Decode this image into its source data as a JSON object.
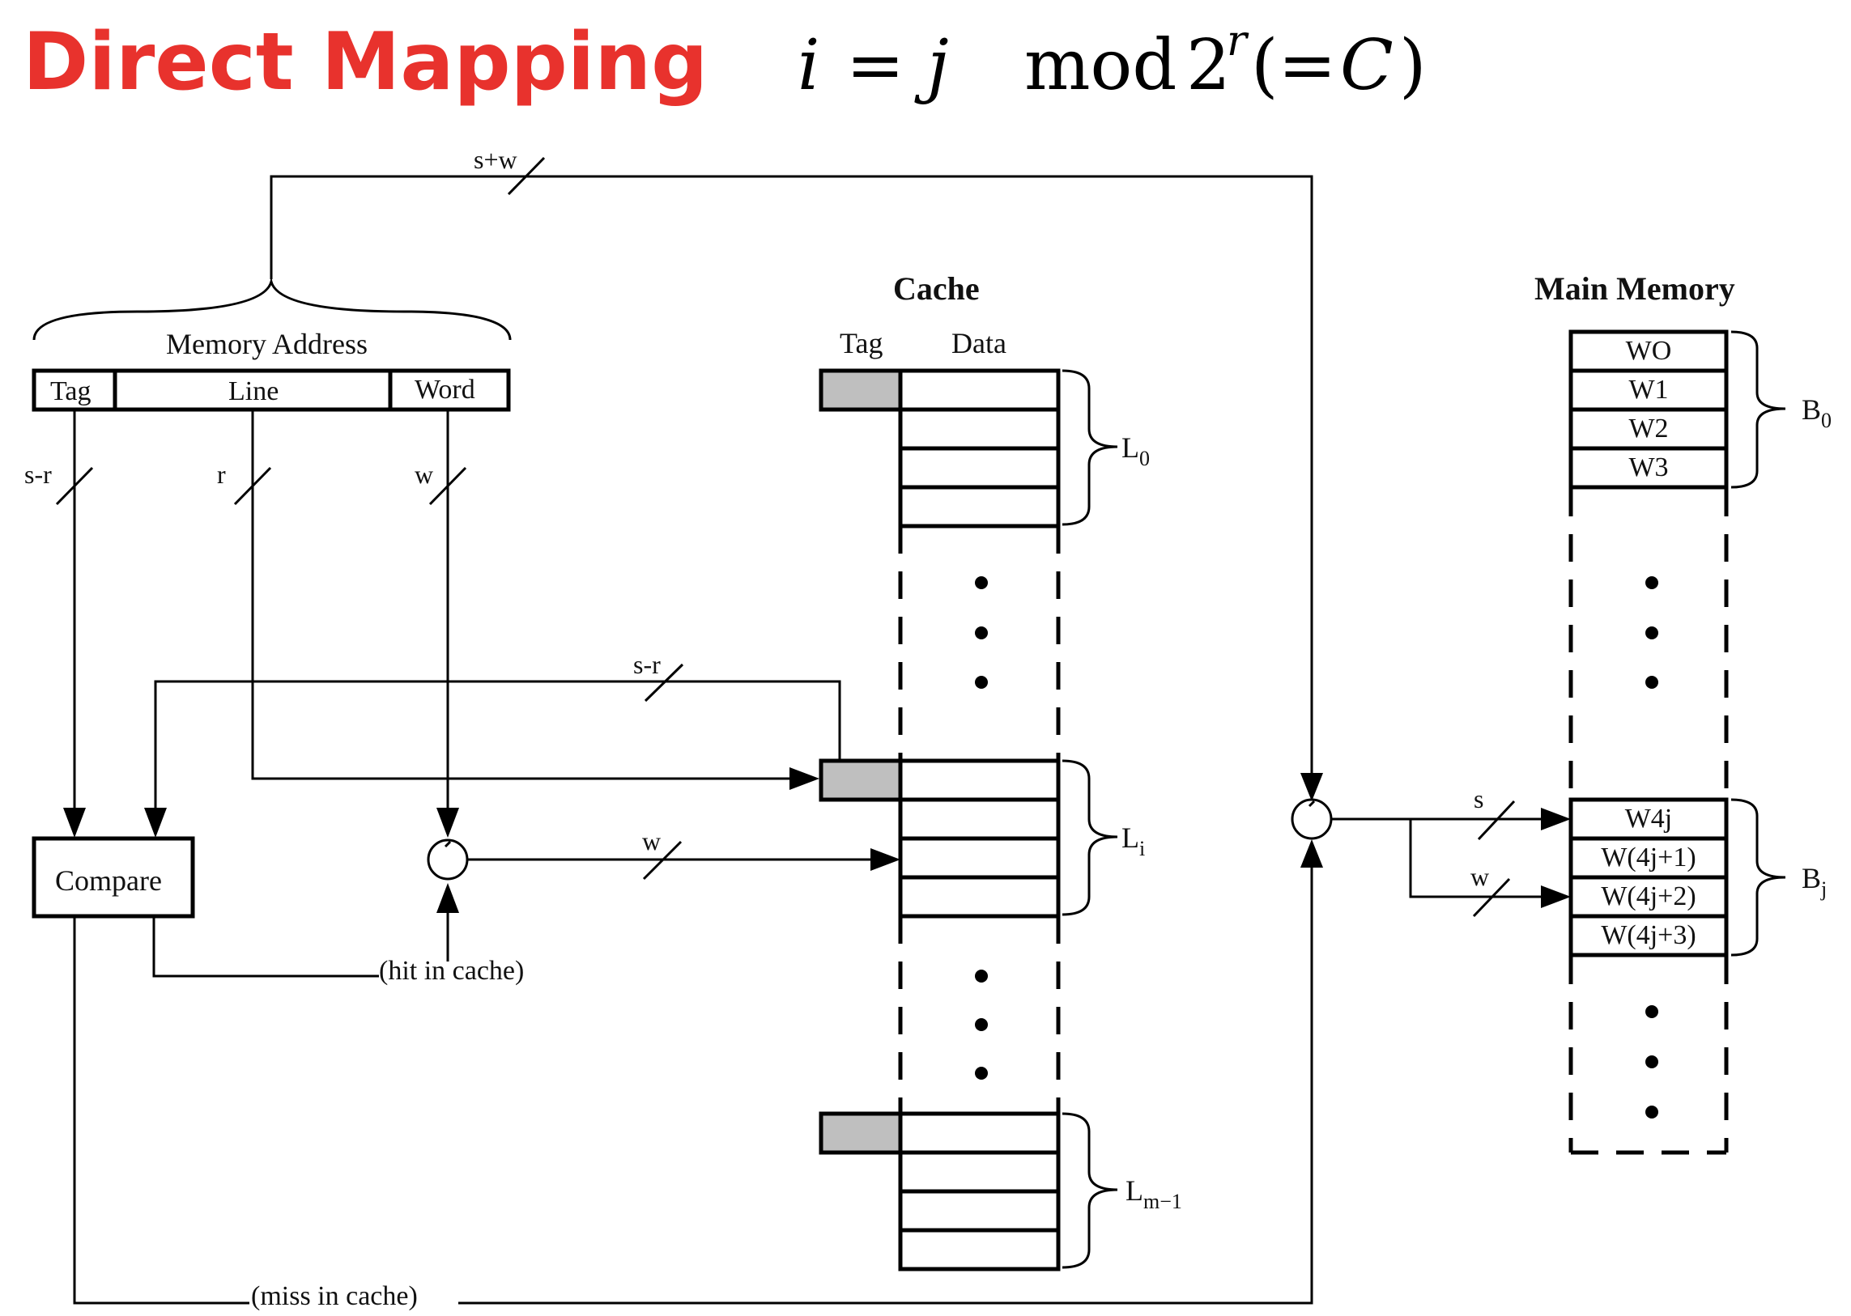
{
  "title": "Direct Mapping",
  "equation": {
    "i": "i",
    "eq": "=",
    "j": "j",
    "mod": "mod",
    "base": "2",
    "exp": "r",
    "paren_open": "(=",
    "C": "C",
    "paren_close": ")"
  },
  "colors": {
    "title": "#e8322d",
    "tag_fill": "#bfbfbf"
  },
  "memory_address": {
    "label": "Memory Address",
    "fields": {
      "tag": "Tag",
      "line": "Line",
      "word": "Word"
    }
  },
  "buses": {
    "top": "s+w",
    "tag": "s-r",
    "line": "r",
    "word": "w",
    "tag_to_compare": "s-r",
    "word_to_line": "w",
    "to_block": "s",
    "to_word": "w"
  },
  "compare": {
    "label": "Compare"
  },
  "signals": {
    "hit": "(hit in cache)",
    "miss": "(miss in cache)"
  },
  "cache": {
    "title": "Cache",
    "col_tag": "Tag",
    "col_data": "Data",
    "lines": [
      {
        "name": "L",
        "sub": "0"
      },
      {
        "name": "L",
        "sub": "i"
      },
      {
        "name": "L",
        "sub": "m−1"
      }
    ]
  },
  "main_memory": {
    "title": "Main Memory",
    "block0": [
      "WO",
      "W1",
      "W2",
      "W3"
    ],
    "blockj": [
      "W4j",
      "W(4j+1)",
      "W(4j+2)",
      "W(4j+3)"
    ],
    "blocks": [
      {
        "name": "B",
        "sub": "0"
      },
      {
        "name": "B",
        "sub": "j"
      }
    ]
  }
}
